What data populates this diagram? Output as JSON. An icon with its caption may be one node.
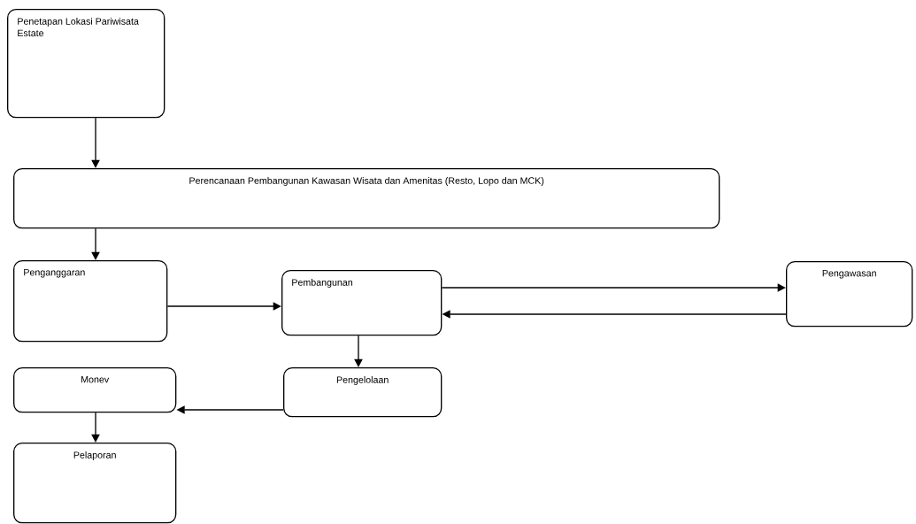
{
  "diagram": {
    "nodes": [
      {
        "text": [
          "Penetapan Lokasi Pariwisata Estate"
        ]
      },
      {
        "text": [
          "Perencanaan Pembangunan Kawasan Wisata dan Amenitas (Resto, Lopo dan MCK)"
        ]
      },
      {
        "text": [
          "Penganggaran"
        ]
      },
      {
        "text": [
          "Pembangunan"
        ]
      },
      {
        "text": [
          "Pengawasan"
        ]
      },
      {
        "text": [
          "Pengelolaan"
        ]
      },
      {
        "text": [
          "Monev"
        ]
      },
      {
        "text": [
          "Pelaporan"
        ]
      }
    ],
    "edges": [
      {
        "from": 0,
        "to": 1,
        "arrow": "to"
      },
      {
        "from": 1,
        "to": 2,
        "arrow": "to"
      },
      {
        "from": 2,
        "to": 3,
        "arrow": "to"
      },
      {
        "from": 3,
        "to": 4,
        "arrow": "to"
      },
      {
        "from": 4,
        "to": 3,
        "arrow": "to"
      },
      {
        "from": 3,
        "to": 5,
        "arrow": "to"
      },
      {
        "from": 5,
        "to": 6,
        "arrow": "to"
      },
      {
        "from": 6,
        "to": 7,
        "arrow": "to"
      }
    ]
  }
}
